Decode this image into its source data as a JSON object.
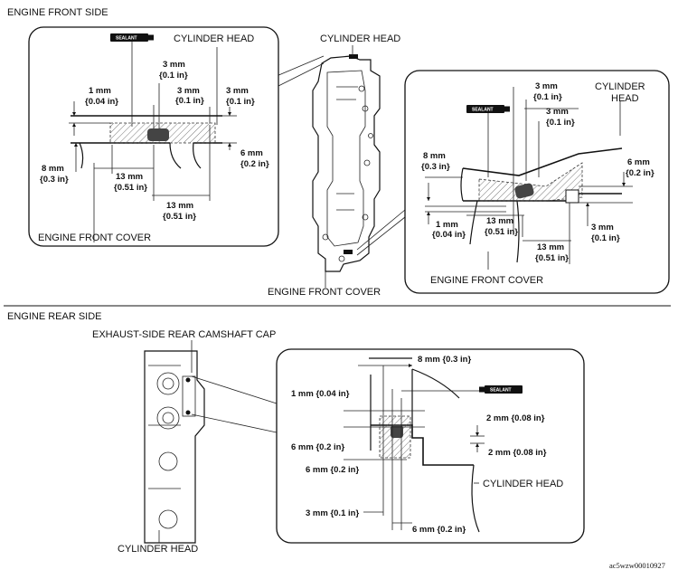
{
  "sections": {
    "front_title": "ENGINE FRONT SIDE",
    "rear_title": "ENGINE REAR SIDE"
  },
  "labels": {
    "cylinder_head": "CYLINDER HEAD",
    "cylinder_head_split_1": "CYLINDER",
    "cylinder_head_split_2": "HEAD",
    "engine_front_cover": "ENGINE FRONT COVER",
    "exhaust_cap": "EXHAUST-SIDE REAR CAMSHAFT CAP",
    "sealant": "SEALANT"
  },
  "dimensions": {
    "d1mm": "1 mm",
    "d1mm_in": "{0.04 in}",
    "d3mm": "3 mm",
    "d3mm_in": "{0.1 in}",
    "d6mm": "6 mm",
    "d6mm_in": "{0.2 in}",
    "d8mm": "8 mm",
    "d8mm_in": "{0.3 in}",
    "d13mm": "13 mm",
    "d13mm_in": "{0.51 in}",
    "r8mm": "8 mm {0.3 in}",
    "r1mm": "1 mm {0.04 in}",
    "r2mm": "2 mm {0.08 in}",
    "r6mm": "6 mm {0.2 in}",
    "r3mm": "3 mm {0.1 in}"
  },
  "figure_code": "ac5wzw00010927"
}
